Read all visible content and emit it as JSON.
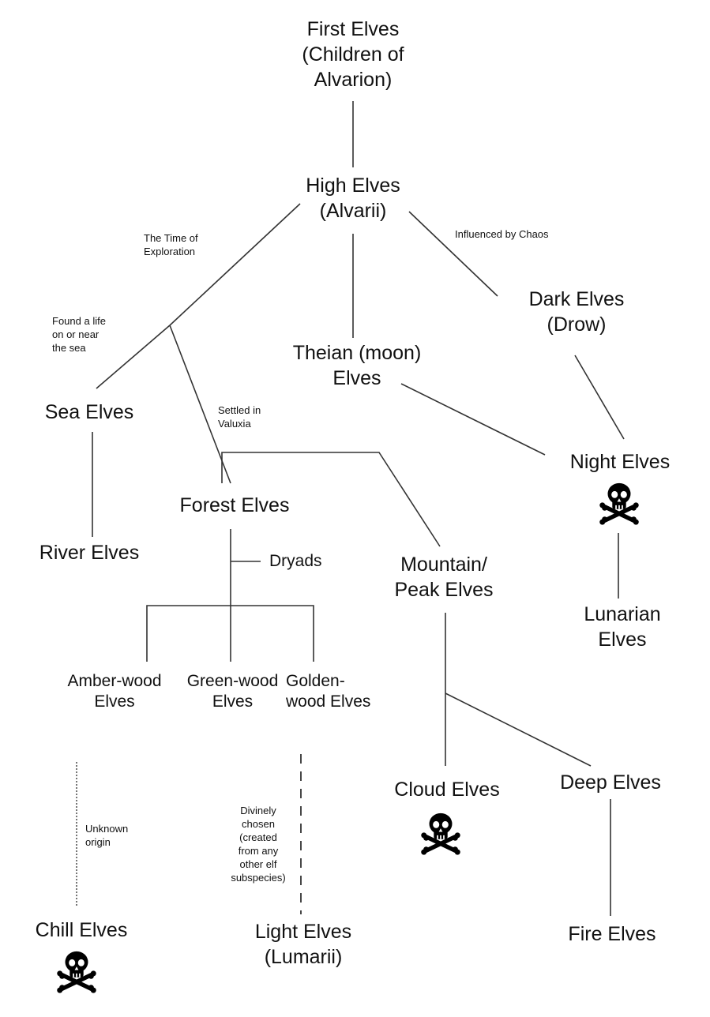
{
  "nodes": {
    "first_elves": {
      "lines": [
        "First Elves",
        "(Children of",
        "Alvarion)"
      ]
    },
    "high_elves": {
      "lines": [
        "High Elves",
        "(Alvarii)"
      ]
    },
    "dark_elves": {
      "lines": [
        "Dark Elves",
        "(Drow)"
      ]
    },
    "theian_elves": {
      "lines": [
        "Theian (moon)",
        "Elves"
      ]
    },
    "sea_elves": {
      "lines": [
        "Sea Elves"
      ]
    },
    "night_elves": {
      "lines": [
        "Night Elves"
      ]
    },
    "forest_elves": {
      "lines": [
        "Forest Elves"
      ]
    },
    "river_elves": {
      "lines": [
        "River Elves"
      ]
    },
    "dryads": {
      "lines": [
        "Dryads"
      ]
    },
    "mountain_elves": {
      "lines": [
        "Mountain/",
        "Peak Elves"
      ]
    },
    "lunarian_elves": {
      "lines": [
        "Lunarian",
        "Elves"
      ]
    },
    "amber_wood_elves": {
      "lines": [
        "Amber-wood",
        "Elves"
      ]
    },
    "green_wood_elves": {
      "lines": [
        "Green-wood",
        "Elves"
      ]
    },
    "golden_wood_elves": {
      "lines": [
        "Golden-",
        "wood Elves"
      ]
    },
    "cloud_elves": {
      "lines": [
        "Cloud Elves"
      ]
    },
    "deep_elves": {
      "lines": [
        "Deep Elves"
      ]
    },
    "chill_elves": {
      "lines": [
        "Chill Elves"
      ]
    },
    "light_elves": {
      "lines": [
        "Light Elves",
        "(Lumarii)"
      ]
    },
    "fire_elves": {
      "lines": [
        "Fire Elves"
      ]
    }
  },
  "notes": {
    "time_of_exploration": {
      "lines": [
        "The Time of",
        "Exploration"
      ]
    },
    "influenced_by_chaos": {
      "lines": [
        "Influenced by Chaos"
      ]
    },
    "found_life_sea": {
      "lines": [
        "Found a life",
        "on or near",
        "the sea"
      ]
    },
    "settled_valuxia": {
      "lines": [
        "Settled in",
        "Valuxia"
      ]
    },
    "unknown_origin": {
      "lines": [
        "Unknown",
        "origin"
      ]
    },
    "divinely_chosen": {
      "lines": [
        "Divinely",
        "chosen",
        "(created",
        "from any",
        "other elf",
        "subspecies)"
      ]
    }
  },
  "icons": {
    "extinct_marker": "skull-and-crossbones-icon"
  },
  "colors": {
    "line": "#333333",
    "text": "#111111",
    "icon": "#000000"
  }
}
